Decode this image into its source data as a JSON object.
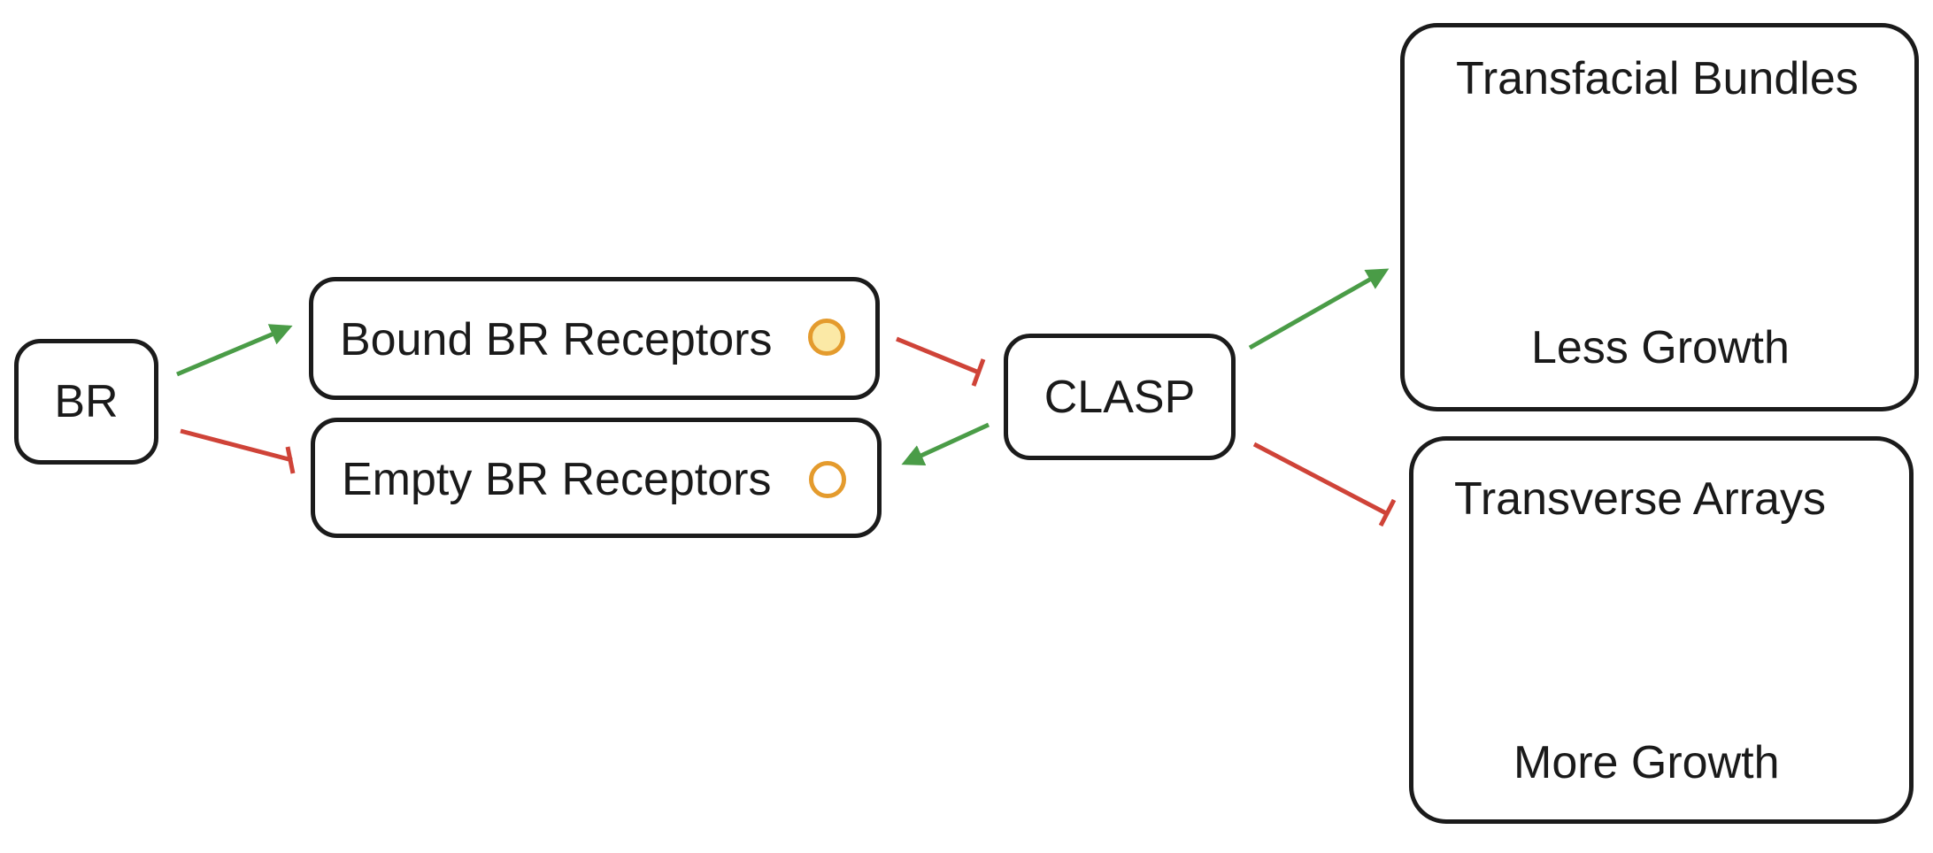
{
  "nodes": {
    "br": {
      "label": "BR"
    },
    "bound_receptors": {
      "label": "Bound BR Receptors"
    },
    "empty_receptors": {
      "label": "Empty BR Receptors"
    },
    "clasp": {
      "label": "CLASP"
    },
    "transfacial": {
      "title": "Transfacial Bundles",
      "caption": "Less Growth"
    },
    "transverse": {
      "title": "Transverse Arrays",
      "caption": "More Growth"
    }
  },
  "edges": [
    {
      "from": "BR",
      "to": "Bound BR Receptors",
      "type": "activates",
      "color": "#4a9c47"
    },
    {
      "from": "BR",
      "to": "Empty BR Receptors",
      "type": "inhibits",
      "color": "#cf4338"
    },
    {
      "from": "Bound BR Receptors",
      "to": "CLASP",
      "type": "inhibits",
      "color": "#cf4338"
    },
    {
      "from": "CLASP",
      "to": "Empty BR Receptors",
      "type": "activates",
      "color": "#4a9c47"
    },
    {
      "from": "CLASP",
      "to": "Transfacial Bundles",
      "type": "activates",
      "color": "#4a9c47"
    },
    {
      "from": "CLASP",
      "to": "Transverse Arrays",
      "type": "inhibits",
      "color": "#cf4338"
    }
  ],
  "colors": {
    "activate": "#4a9c47",
    "inhibit": "#cf4338",
    "bound_dot_fill": "#fbe9a6",
    "dot_stroke": "#e49b2d",
    "microtubule": "#4a9c47",
    "node_fill": "#f6c4c4",
    "node_stroke": "#d2403a"
  },
  "icons": {
    "bound": "filled-circle-icon",
    "empty": "empty-circle-icon"
  }
}
